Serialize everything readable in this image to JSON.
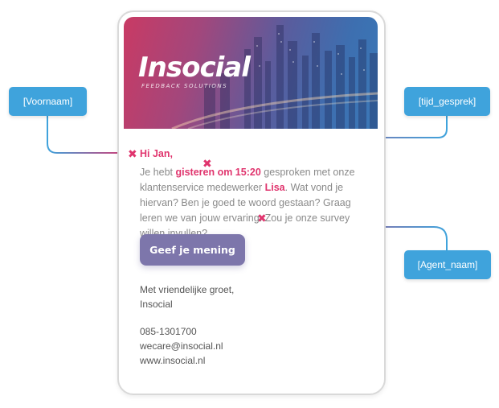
{
  "colors": {
    "accent_pink": "#e0356e",
    "button_purple": "#7d76ab",
    "tag_blue": "#3fa3dc",
    "text_gray": "#8a8a8a"
  },
  "email": {
    "logo": {
      "name": "Insocial",
      "tagline": "FEEDBACK SOLUTIONS"
    },
    "greeting": "Hi Jan,",
    "body": {
      "part1": "Je hebt ",
      "highlight_time": "gisteren om 15:20",
      "part2": " gesproken met onze klantenservice medewerker ",
      "highlight_agent": "Lisa",
      "part3": ". Wat vond je hiervan? Ben je goed te woord gestaan? Graag leren we van jouw ervaring. Zou je onze survey willen invullen?"
    },
    "cta_label": "Geef je mening",
    "signoff": {
      "line1": "Met vriendelijke groet,",
      "line2": "Insocial"
    },
    "contact": {
      "phone": "085-1301700",
      "email": "wecare@insocial.nl",
      "website": "www.insocial.nl"
    }
  },
  "tags": {
    "voornaam": "[Voornaam]",
    "tijd_gesprek": "[tijd_gesprek]",
    "agent_naam": "[Agent_naam]"
  },
  "icons": {
    "marker": "close-x-icon",
    "logo": "insocial-logo"
  }
}
